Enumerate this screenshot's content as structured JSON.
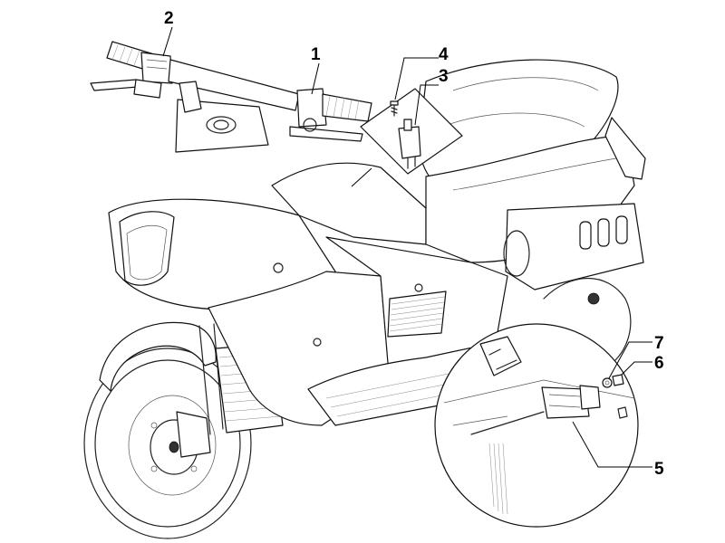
{
  "callouts": [
    {
      "id": "callout-1",
      "label": "1"
    },
    {
      "id": "callout-2",
      "label": "2"
    },
    {
      "id": "callout-3",
      "label": "3"
    },
    {
      "id": "callout-4",
      "label": "4"
    },
    {
      "id": "callout-5",
      "label": "5"
    },
    {
      "id": "callout-6",
      "label": "6"
    },
    {
      "id": "callout-7",
      "label": "7"
    }
  ],
  "colors": {
    "ink": "#222222",
    "background": "#ffffff"
  }
}
